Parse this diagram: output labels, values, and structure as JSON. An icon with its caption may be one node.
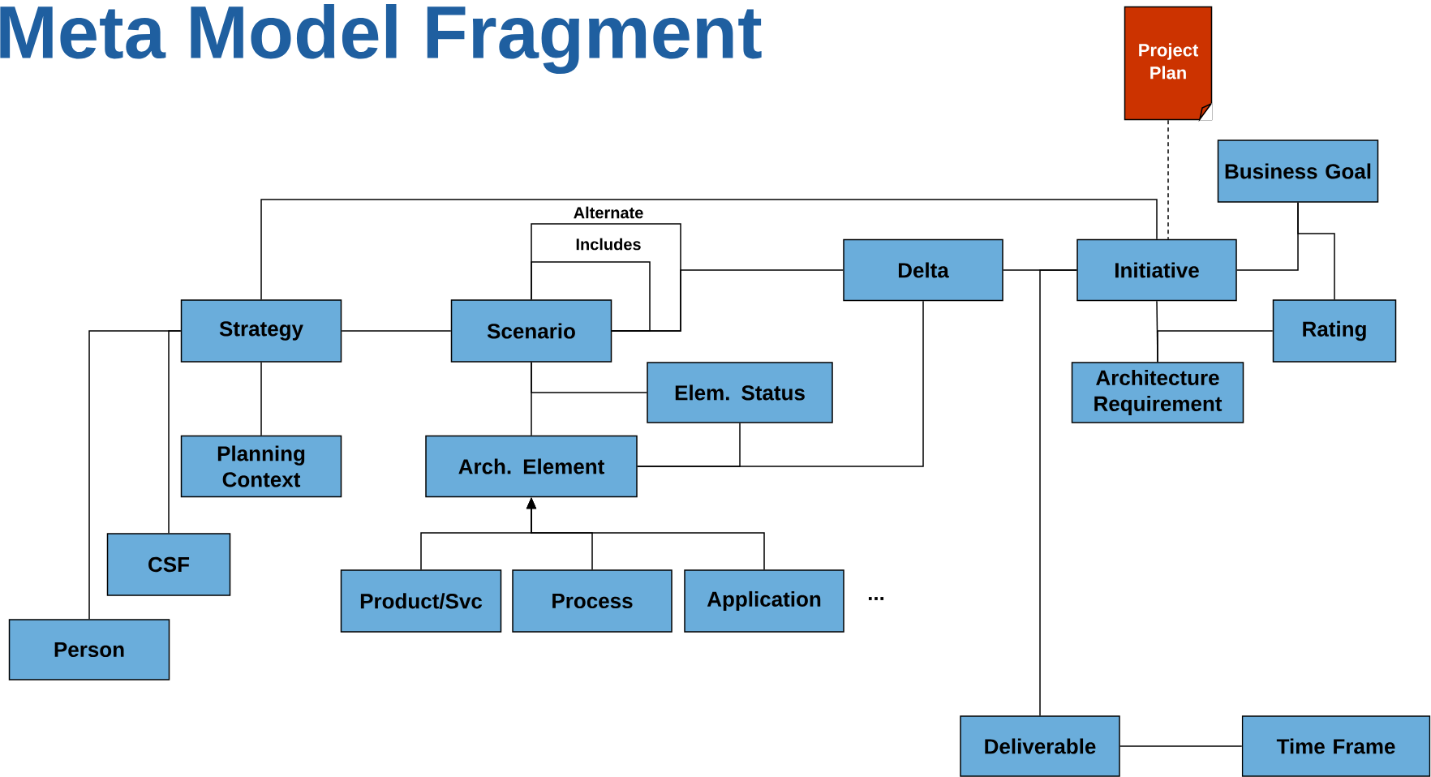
{
  "diagram": {
    "title": "Meta Model Fragment",
    "nodes": [
      {
        "text": [
          "Project Plan"
        ]
      },
      {
        "text": [
          "Business Goal"
        ]
      },
      {
        "text": [
          "Strategy"
        ]
      },
      {
        "text": [
          "Scenario"
        ]
      },
      {
        "text": [
          "Delta"
        ]
      },
      {
        "text": [
          "Initiative"
        ]
      },
      {
        "text": [
          "Rating"
        ]
      },
      {
        "text": [
          "Elem. Status"
        ]
      },
      {
        "text": [
          "Architecture Requirement"
        ]
      },
      {
        "text": [
          "Planning Context"
        ]
      },
      {
        "text": [
          "Arch. Element"
        ]
      },
      {
        "text": [
          "CSF"
        ]
      },
      {
        "text": [
          "Product/Svc"
        ]
      },
      {
        "text": [
          "Process"
        ]
      },
      {
        "text": [
          "Application"
        ]
      },
      {
        "text": [
          "Person"
        ]
      },
      {
        "text": [
          "Deliverable"
        ]
      },
      {
        "text": [
          "Time Frame"
        ]
      }
    ],
    "edges": [
      {
        "from": 2,
        "to": 5,
        "arrow": "none"
      },
      {
        "from": 0,
        "to": 5,
        "arrow": "none",
        "style": "dashed"
      },
      {
        "from": 5,
        "to": 1,
        "arrow": "none"
      },
      {
        "from": 6,
        "to": 1,
        "arrow": "none"
      },
      {
        "from": 5,
        "to": 8,
        "arrow": "none"
      },
      {
        "from": 6,
        "to": 8,
        "arrow": "none"
      },
      {
        "from": 4,
        "to": 5,
        "arrow": "none"
      },
      {
        "from": 16,
        "to": 5,
        "arrow": "none"
      },
      {
        "from": 16,
        "to": 17,
        "arrow": "none"
      },
      {
        "from": 4,
        "to": 3,
        "arrow": "none"
      },
      {
        "from": 3,
        "to": 3,
        "arrow": "none",
        "label": "Alternate"
      },
      {
        "from": 3,
        "to": 3,
        "arrow": "none",
        "label": "Includes"
      },
      {
        "from": 2,
        "to": 3,
        "arrow": "none"
      },
      {
        "from": 2,
        "to": 9,
        "arrow": "none"
      },
      {
        "from": 2,
        "to": 11,
        "arrow": "none"
      },
      {
        "from": 2,
        "to": 15,
        "arrow": "none"
      },
      {
        "from": 3,
        "to": 10,
        "arrow": "none"
      },
      {
        "from": 7,
        "to": 3,
        "arrow": "none"
      },
      {
        "from": 7,
        "to": 10,
        "arrow": "none"
      },
      {
        "from": 10,
        "to": 4,
        "arrow": "none"
      },
      {
        "from": 12,
        "to": 10,
        "arrow": "to"
      },
      {
        "from": 13,
        "to": 10,
        "arrow": "to"
      },
      {
        "from": 14,
        "to": 10,
        "arrow": "to"
      }
    ],
    "labels": [
      "..."
    ]
  }
}
